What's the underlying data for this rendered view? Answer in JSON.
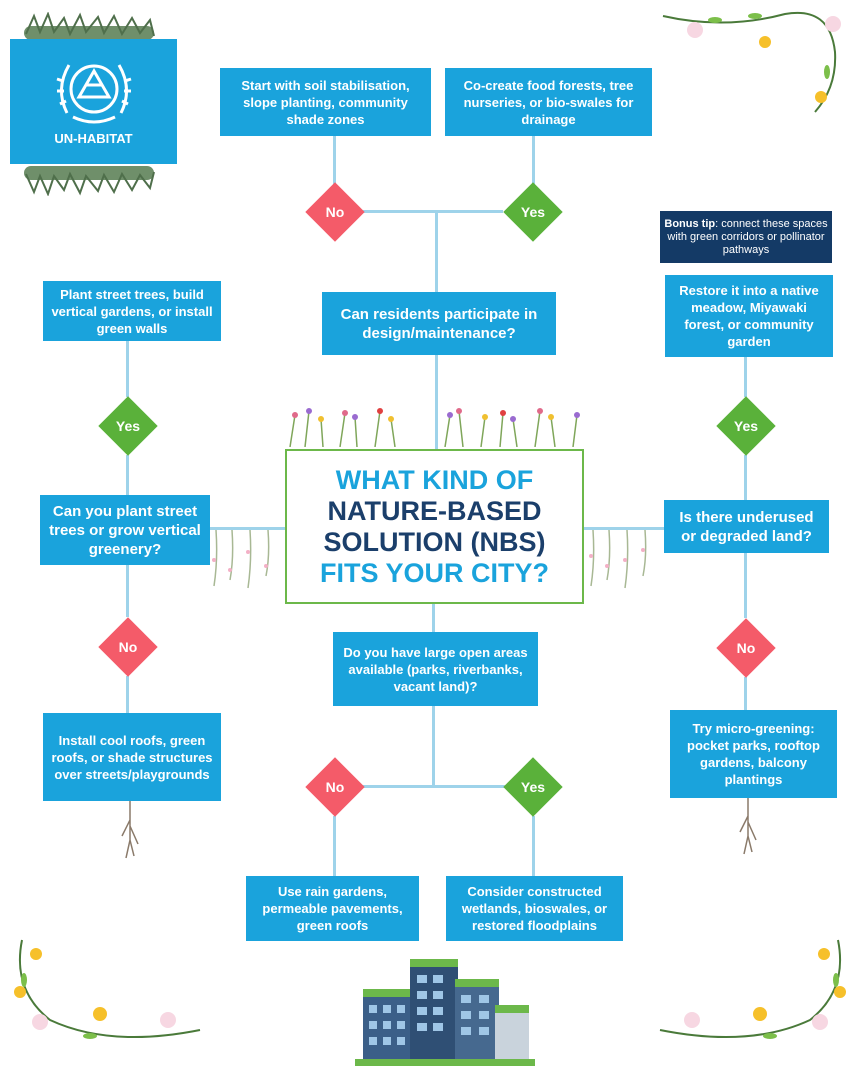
{
  "logo": {
    "text": "UN-HABITAT"
  },
  "center": {
    "line1": "WHAT KIND OF",
    "line2": "NATURE-BASED",
    "line3": "SOLUTION (NBS)",
    "line4": "FITS YOUR CITY?"
  },
  "top": {
    "left_box": "Start with soil stabilisation, slope planting, community shade zones",
    "right_box": "Co-create food forests, tree nurseries, or bio-swales for drainage",
    "no": "No",
    "yes": "Yes",
    "question": "Can residents participate in design/maintenance?"
  },
  "left": {
    "top_box": "Plant street trees, build vertical gardens, or install green walls",
    "yes": "Yes",
    "question": "Can you plant street trees or grow vertical greenery?",
    "no": "No",
    "bottom_box": "Install cool roofs, green roofs, or shade structures over streets/playgrounds"
  },
  "right": {
    "tip_bold": "Bonus tip",
    "tip_text": ": connect these spaces with green corridors or pollinator pathways",
    "top_box": "Restore it into a native meadow, Miyawaki forest, or community garden",
    "yes": "Yes",
    "question": "Is there underused or degraded land?",
    "no": "No",
    "bottom_box": "Try micro-greening: pocket parks, rooftop gardens, balcony plantings"
  },
  "bottom": {
    "question": "Do you have large open areas available (parks, riverbanks, vacant land)?",
    "no": "No",
    "yes": "Yes",
    "left_box": "Use rain gardens, permeable pavements, green roofs",
    "right_box": "Consider constructed wetlands, bioswales, or restored floodplains"
  },
  "colors": {
    "box": "#1aa3dc",
    "no": "#f45b69",
    "yes": "#5ab13a",
    "navy": "#1b3f6b"
  }
}
